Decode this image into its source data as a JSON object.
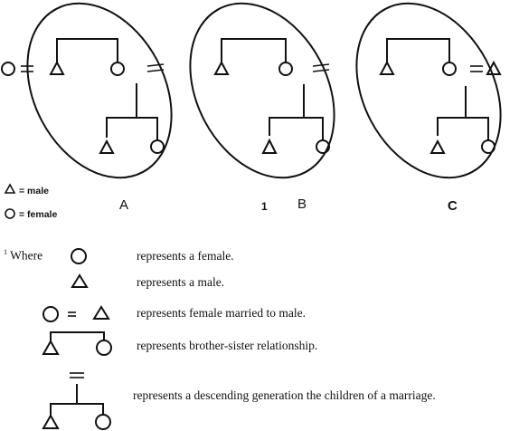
{
  "diagrams": [
    {
      "label": "A"
    },
    {
      "label": "B",
      "footnote_mark": "1"
    },
    {
      "label": "C"
    }
  ],
  "legend": {
    "male": "= male",
    "female": "= female"
  },
  "footnote": {
    "marker": "1",
    "lead": "Where",
    "rows": [
      {
        "symbol": "female",
        "text": "represents a female."
      },
      {
        "symbol": "male",
        "text": "represents a male."
      },
      {
        "symbol": "married",
        "text": "represents female married to male."
      },
      {
        "symbol": "siblings",
        "text": "represents brother-sister relationship."
      },
      {
        "symbol": "descent",
        "text": "represents a descending generation the children of a marriage."
      }
    ]
  }
}
